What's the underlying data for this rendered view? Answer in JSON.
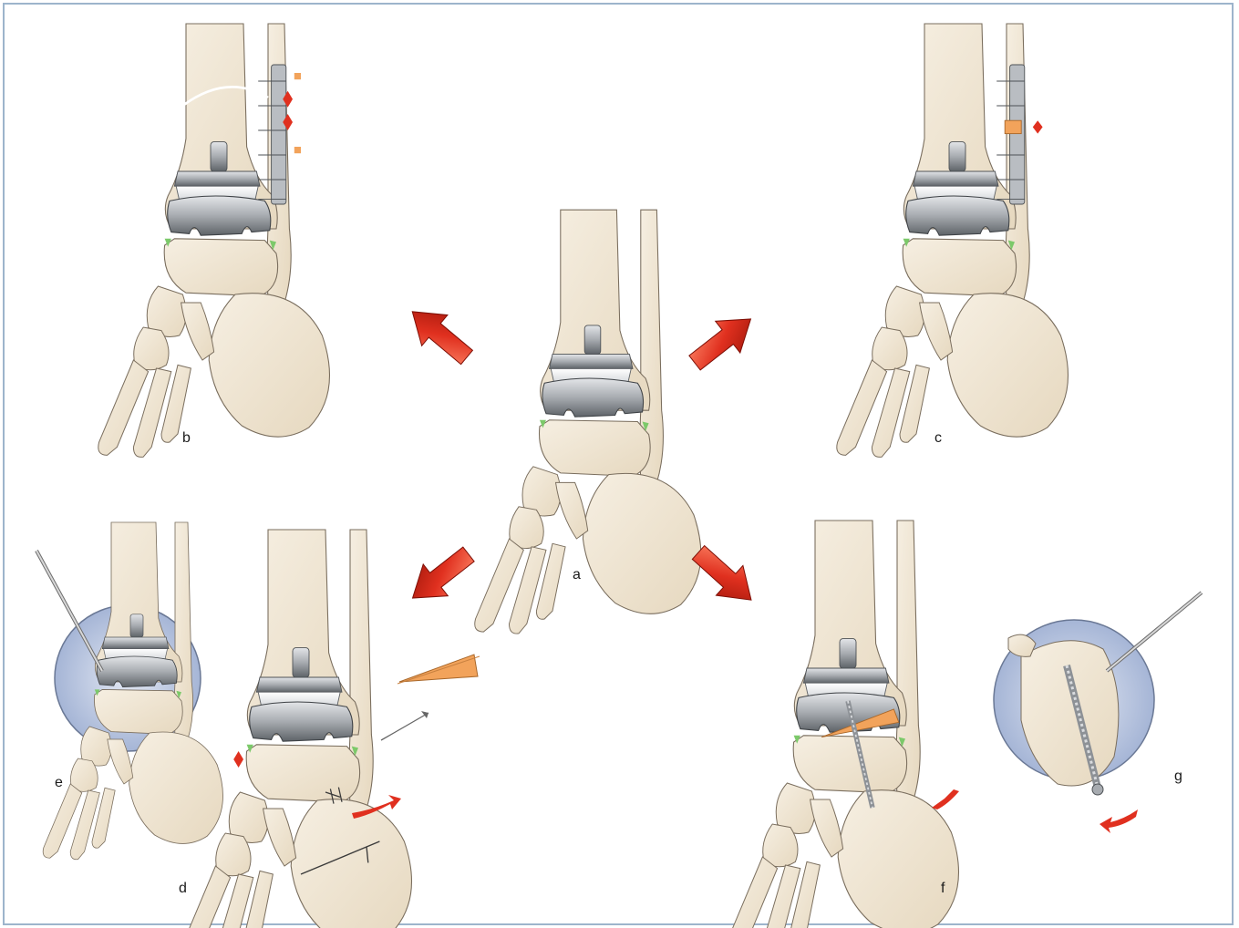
{
  "labels": {
    "a": "a",
    "b": "b",
    "c": "c",
    "d": "d",
    "e": "e",
    "f": "f",
    "g": "g"
  },
  "colors": {
    "frame": "#9db4cc",
    "bone": "#f0e6d3",
    "bone_outline": "#7a6e5e",
    "implant_dark": "#6e7276",
    "implant_light": "#c9ccd0",
    "arrow_red": "#d8271c",
    "arrow_orange": "#f05a28",
    "wedge": "#f2a35b",
    "inset_circle": "#b4c0dd",
    "cartilage_green": "#7cc96a"
  },
  "icons": {
    "arrow": "red-3d-arrow-icon",
    "wedge": "bone-wedge-icon",
    "screw": "screw-icon",
    "plate": "fibula-plate-icon"
  }
}
